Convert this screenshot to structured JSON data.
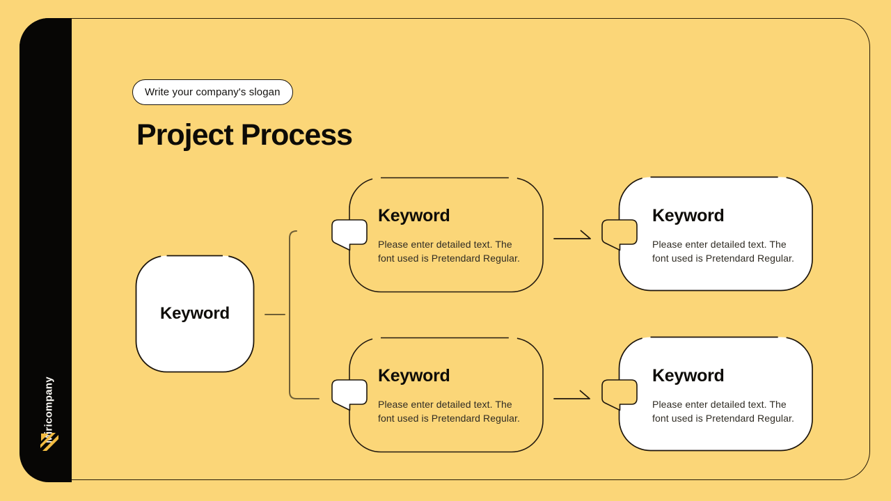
{
  "slide": {
    "background_color": "#FBD678",
    "frame_border_color": "#241906",
    "accent_line_color": "#6F5F36",
    "sidebar": {
      "background_color": "#070605",
      "company": "Miricompany",
      "logo_icon": "diagonal-stripes-logo",
      "logo_color": "#F2BB41"
    },
    "header": {
      "slogan": "Write your company's slogan",
      "title": "Project Process"
    },
    "diagram": {
      "root": {
        "label": "Keyword"
      },
      "branches": [
        {
          "row": "top",
          "process": {
            "heading": "Keyword",
            "body_line1": "Please enter detailed text. The",
            "body_line2": "font used is Pretendard Regular."
          },
          "result": {
            "heading": "Keyword",
            "body_line1": "Please enter detailed text. The",
            "body_line2": "font used is Pretendard Regular."
          }
        },
        {
          "row": "bottom",
          "process": {
            "heading": "Keyword",
            "body_line1": "Please enter detailed text. The",
            "body_line2": "font used is Pretendard Regular."
          },
          "result": {
            "heading": "Keyword",
            "body_line1": "Please enter detailed text. The",
            "body_line2": "font used is Pretendard Regular."
          }
        }
      ]
    }
  }
}
